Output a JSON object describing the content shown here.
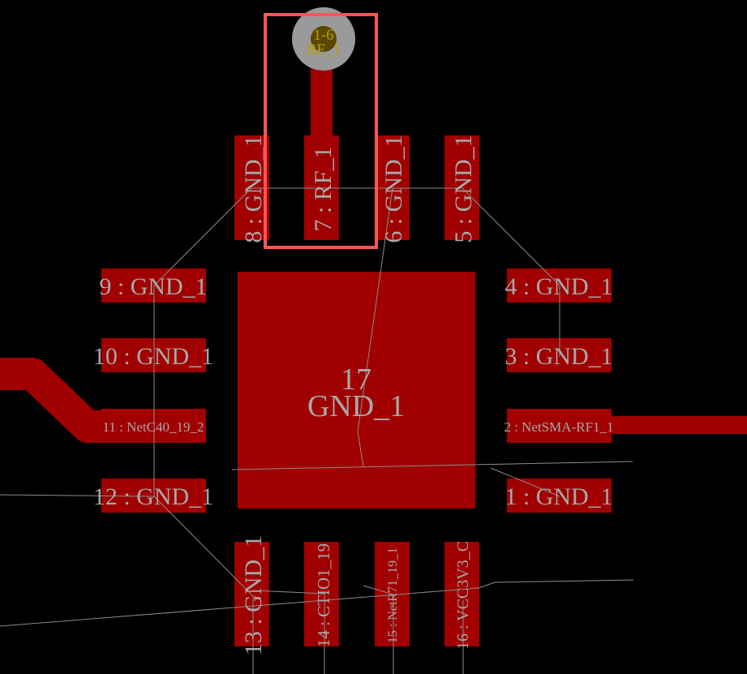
{
  "colors": {
    "background": "#000000",
    "copper": "#a00000",
    "pad_text": "#a8a8a8",
    "ratsnest": "#8c8c8c",
    "via_ring": "#9a9a9a",
    "via_text": "#b9a000",
    "selection": "#ff5555"
  },
  "via": {
    "number": "1-6",
    "net": "RF_1"
  },
  "pads": {
    "p1": "1 : GND_1",
    "p2": "2 : NetSMA-RF1_1",
    "p3": "3 : GND_1",
    "p4": "4 : GND_1",
    "p5": "5 : GND_1",
    "p6": "6 : GND_1",
    "p7": "7 : RF_1",
    "p8": "8 : GND_1",
    "p9": "9 : GND_1",
    "p10": "10 : GND_1",
    "p11": "11 : NetC40_19_2",
    "p12": "12 : GND_1",
    "p13": "13 : GND_1",
    "p14": "14 : CTIO1_19",
    "p15": "15 : NetR71_19_1",
    "p16": "16 : VCC3V3_C",
    "p17_number": "17",
    "p17_net": "GND_1"
  }
}
